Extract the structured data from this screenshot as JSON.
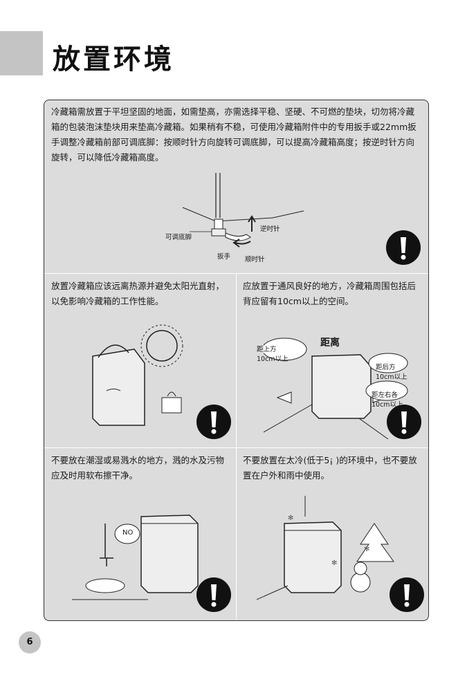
{
  "page": {
    "title": "放置环境",
    "page_number": "6"
  },
  "panels": {
    "top": {
      "text": "冷藏箱需放置于平坦坚固的地面，如需垫高，亦需选择平稳、坚硬、不可燃的垫块，切勿将冷藏箱的包装泡沫垫块用来垫高冷藏箱。如果稍有不稳，可使用冷藏箱附件中的专用扳手或22mm扳手调整冷藏箱前部可调底脚：按顺时针方向旋转可调底脚，可以提高冷藏箱高度；按逆时针方向旋转，可以降低冷藏箱高度。",
      "labels": {
        "adjustable_foot": "可调底脚",
        "wrench": "扳手",
        "counterclockwise": "逆时针",
        "clockwise": "顺时针"
      }
    },
    "middle_left": {
      "text": "放置冷藏箱应该远离热源并避免太阳光直射，以免影响冷藏箱的工作性能。"
    },
    "middle_right": {
      "text": "应放置于通风良好的地方，冷藏箱周围包括后背应留有10cm以上的空间。",
      "labels": {
        "distance": "距离",
        "above_1": "距上方",
        "above_2": "10cm以上",
        "back_1": "距后方",
        "back_2": "10cm以上",
        "sides_1": "距左右各",
        "sides_2": "10cm以上"
      }
    },
    "bottom_left": {
      "text": "不要放在潮湿或易溅水的地方，溅的水及污物应及时用软布擦干净。",
      "labels": {
        "no": "NO"
      }
    },
    "bottom_right": {
      "text": "不要放置在太冷(低于5¡ )的环境中，也不要放置在户外和雨中使用。"
    }
  },
  "icons": {
    "warning": "exclamation-warning-icon"
  },
  "colors": {
    "panel_bg": "#dcdcdc",
    "tab_gray": "#c4c4c4",
    "warning_bg": "#111111"
  }
}
